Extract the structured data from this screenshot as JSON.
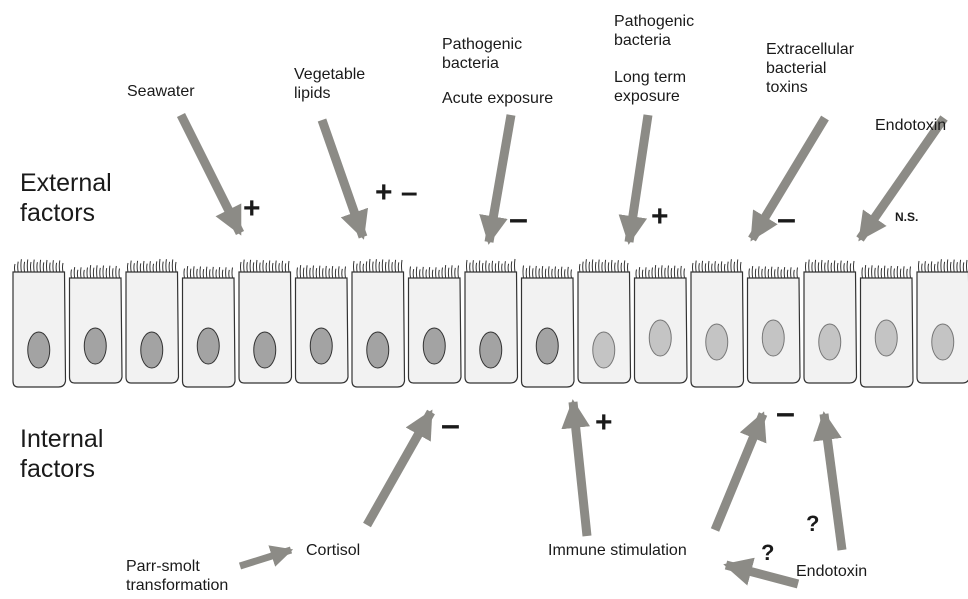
{
  "section_titles": {
    "external": "External\nfactors",
    "internal": "Internal\nfactors"
  },
  "external_factors": [
    {
      "label": "Seawater",
      "effect": "+"
    },
    {
      "label": "Vegetable\nlipids",
      "effect": "+\n–"
    },
    {
      "label": "Pathogenic\nbacteria",
      "label2": "Acute exposure",
      "effect": "–"
    },
    {
      "label": "Pathogenic\nbacteria",
      "label2": "Long term\nexposure",
      "effect": "+"
    },
    {
      "label": "Extracellular\nbacterial\ntoxins",
      "effect": "–"
    },
    {
      "label": "Endotoxin",
      "effect": "N.S."
    }
  ],
  "internal_factors": {
    "parr_smolt": "Parr-smolt\ntransformation",
    "cortisol": "Cortisol",
    "cortisol_effect": "–",
    "immune": "Immune stimulation",
    "immune_effect": "+",
    "endotoxin": "Endotoxin",
    "endotoxin_effect": "–",
    "question_1": "?",
    "question_2": "?"
  },
  "colors": {
    "arrow": "#8c8b86",
    "cell_fill": "#f2f2f2",
    "nucleus_dark": "#a3a3a3",
    "nucleus_light": "#c4c4c4",
    "outline": "#333333"
  },
  "epithelium": {
    "cell_count": 17
  }
}
